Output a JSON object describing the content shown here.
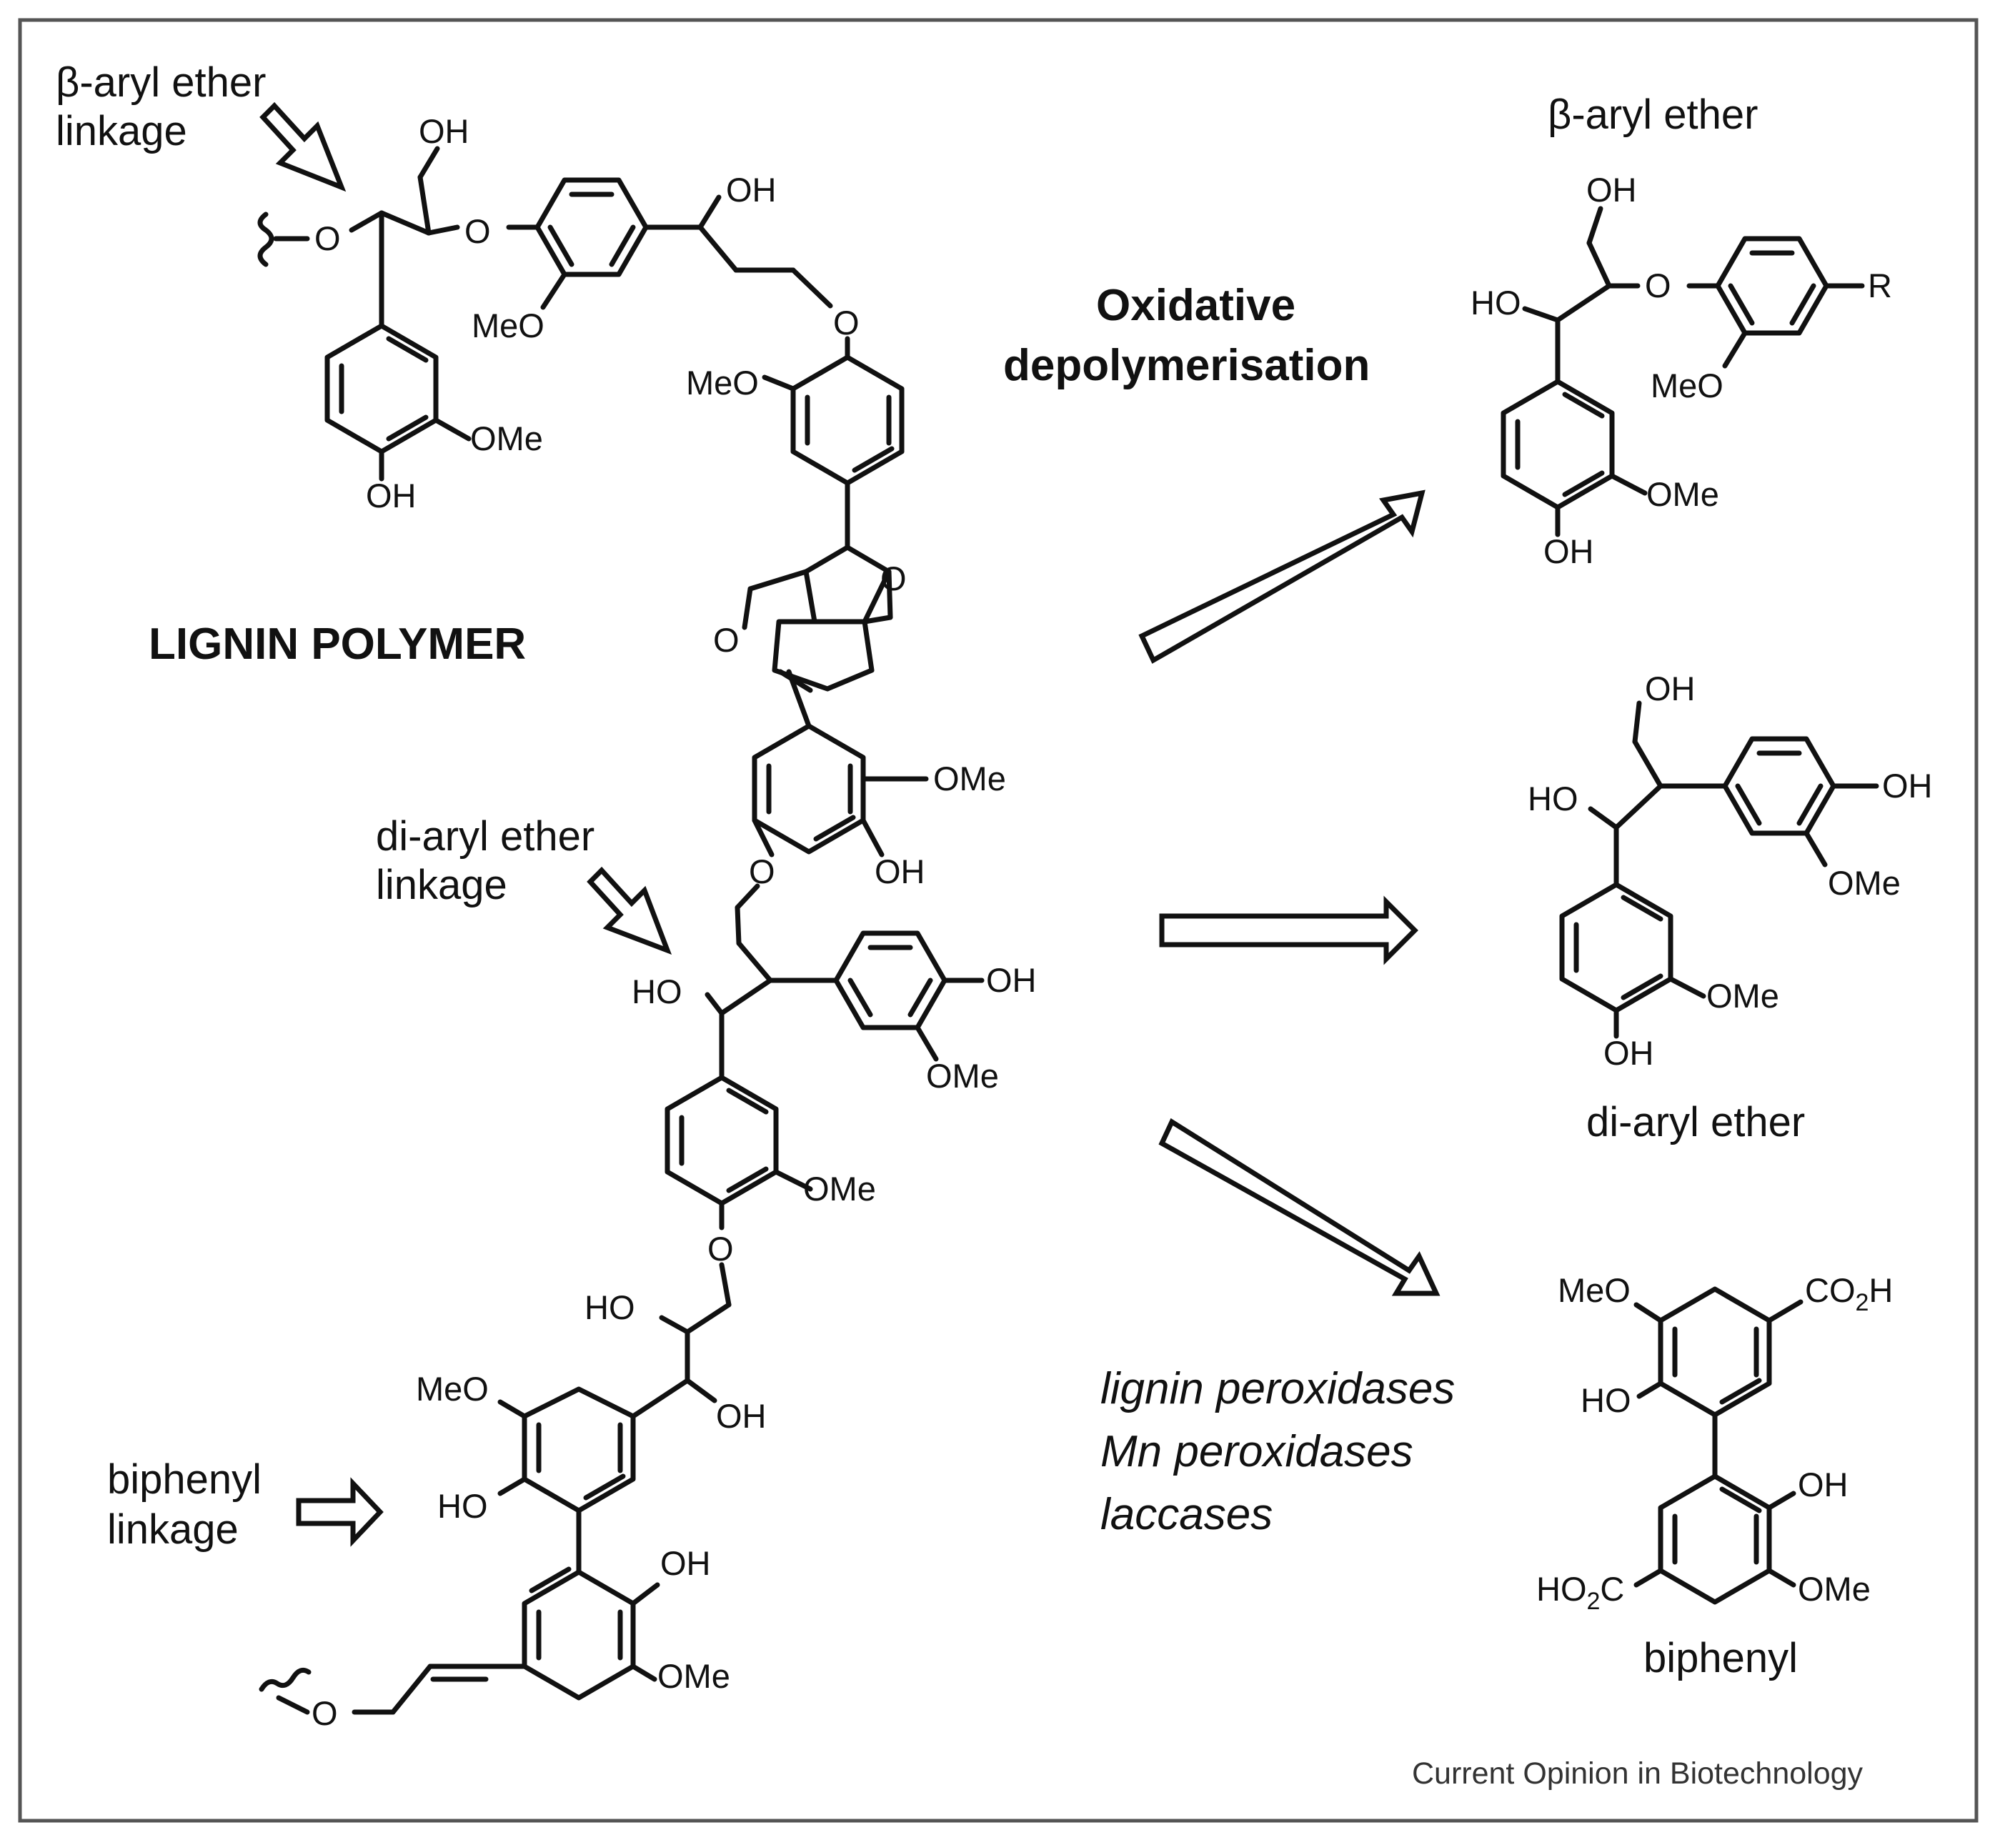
{
  "labels": {
    "beta_aryl_linkage": [
      "β-aryl ether",
      "linkage"
    ],
    "diaryl_linkage": [
      "di-aryl ether",
      "linkage"
    ],
    "biphenyl_linkage": [
      "biphenyl",
      "linkage"
    ],
    "polymer_title": "LIGNIN POLYMER",
    "process_title": [
      "Oxidative",
      "depolymerisation"
    ],
    "product_beta": "β-aryl ether",
    "product_diaryl": "di-aryl ether",
    "product_biphenyl": "biphenyl",
    "enzymes": [
      "lignin peroxidases",
      "Mn peroxidases",
      "laccases"
    ],
    "credit": "Current Opinion in Biotechnology"
  },
  "atoms": {
    "OH": "OH",
    "O": "O",
    "MeO": "MeO",
    "OMe": "OMe",
    "HO": "HO",
    "R": "R",
    "CO2H_main": "CO",
    "CO2H_sub": "2",
    "CO2H_end": "H",
    "HO2C_start": "HO",
    "HO2C_sub": "2",
    "HO2C_end": "C"
  },
  "icons": [
    "wavy-bond-icon",
    "hollow-arrow-icon"
  ]
}
